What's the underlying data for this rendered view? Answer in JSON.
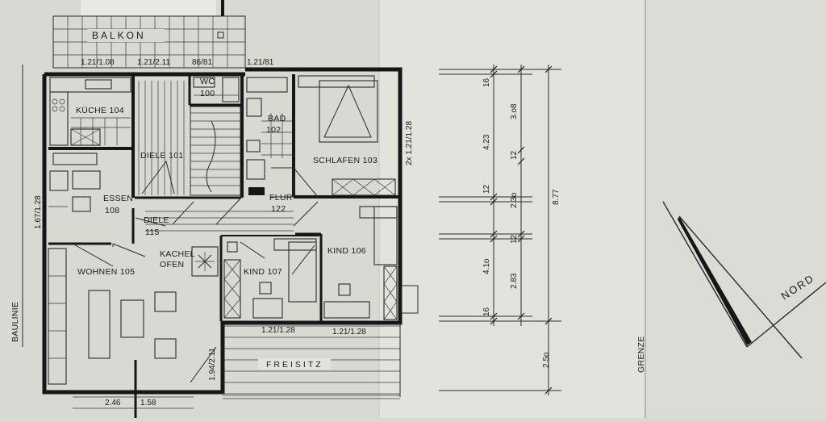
{
  "rooms": {
    "balkon": "BALKON",
    "kueche": "KÜCHE 104",
    "diele101": "DIELE 101",
    "wc": "WC",
    "wc_no": "100",
    "bad": "BAD",
    "bad_no": "102",
    "schlafen": "SCHLAFEN 103",
    "essen": "ESSEN",
    "essen_no": "108",
    "flur": "FLUR",
    "flur_no": "122",
    "diele115": "DIELE",
    "diele115_no": "115",
    "kachel": "KACHEL",
    "ofen": "OFEN",
    "wohnen": "WOHNEN 105",
    "kind107": "KIND 107",
    "kind106": "KIND 106",
    "freisitz": "FREISITZ"
  },
  "openings": {
    "o1": "1.21/1.08",
    "o2": "1.21/2.11",
    "o3": "86/81",
    "o4": "1.21/81",
    "o5": "2x 1.21/1.28",
    "o6": "1.67/1.28",
    "o7": "1.21/1.28",
    "o8": "1.21/1.28",
    "o9": "1.94/2.11",
    "o10": "2.46",
    "o11": "1.58"
  },
  "dimensions": {
    "d16a": "16",
    "d423": "4.23",
    "d308": "3.o8",
    "d12a": "12",
    "d12b": "12",
    "d230": "2.3o",
    "d877": "8.77",
    "d12c": "12",
    "d410": "4.1o",
    "d283": "2.83",
    "d16b": "16",
    "d250": "2.5o"
  },
  "site": {
    "baulinie": "BAULINIE",
    "grenze": "GRENZE",
    "nord": "NORD"
  },
  "colors": {
    "paper": "#d9d8d3",
    "ink": "#161616"
  }
}
